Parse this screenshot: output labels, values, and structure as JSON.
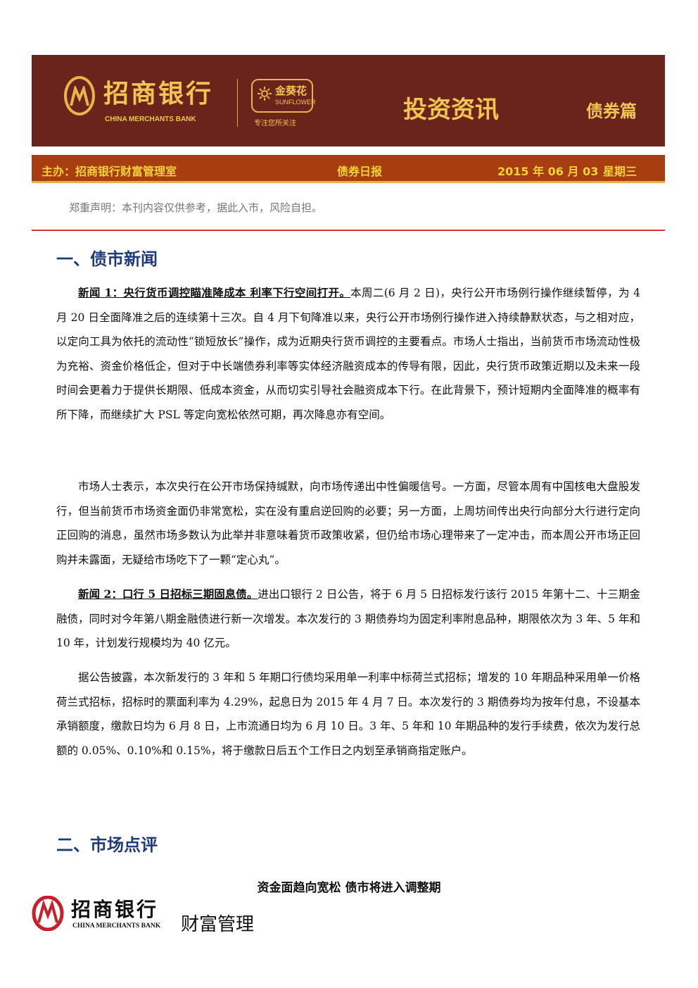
{
  "header": {
    "logo_cn": "招商银行",
    "logo_en": "CHINA MERCHANTS BANK",
    "sunflower_cn": "金葵花",
    "sunflower_en": "SUNFLOWER",
    "sunflower_slogan": "专注您所关注",
    "title": "投资资讯",
    "subtitle": "债券篇"
  },
  "info_bar": {
    "host": "主办：招商银行财富管理室",
    "report": "债券日报",
    "date": "2015 年 06 月 03",
    "weekday": "星期三"
  },
  "disclaimer": "郑重声明：本刊内容仅供参考，据此入市，风险自担。",
  "sections": [
    {
      "title": "一、债市新闻",
      "paragraphs": [
        {
          "lead": "新闻 1：央行货币调控瞄准降成本 利率下行空间打开。",
          "text": "本周二(6 月 2 日)，央行公开市场例行操作继续暂停，为 4 月 20 日全面降准之后的连续第十三次。自 4 月下旬降准以来，央行公开市场例行操作进入持续静默状态，与之相对应，以定向工具为依托的流动性“锁短放长”操作，成为近期央行货币调控的主要看点。市场人士指出，当前货币市场流动性极为充裕、资金价格低企，但对于中长端债券利率等实体经济融资成本的传导有限，因此，央行货币政策近期以及未来一段时间会更着力于提供长期限、低成本资金，从而切实引导社会融资成本下行。在此背景下，预计短期内全面降准的概率有所下降，而继续扩大 PSL 等定向宽松依然可期，再次降息亦有空间。"
        },
        {
          "lead": "",
          "text": "市场人士表示，本次央行在公开市场保持缄默，向市场传递出中性偏暖信号。一方面，尽管本周有中国核电大盘股发行，但当前货币市场资金面仍非常宽松，实在没有重启逆回购的必要；另一方面，上周坊间传出央行向部分大行进行定向正回购的消息，虽然市场多数认为此举并非意味着货币政策收紧，但仍给市场心理带来了一定冲击，而本周公开市场正回购并未露面，无疑给市场吃下了一颗“定心丸”。"
        },
        {
          "lead": "新闻 2：口行 5 日招标三期固息债。",
          "text": "进出口银行 2 日公告，将于 6 月 5 日招标发行该行 2015 年第十二、十三期金融债，同时对今年第八期金融债进行新一次增发。本次发行的 3 期债券均为固定利率附息品种，期限依次为 3 年、5 年和 10 年，计划发行规模均为 40 亿元。"
        },
        {
          "lead": "",
          "text": "据公告披露，本次新发行的 3 年和 5 年期口行债均采用单一利率中标荷兰式招标；增发的 10 年期品种采用单一价格荷兰式招标，招标时的票面利率为 4.29%，起息日为 2015 年 4 月 7 日。本次发行的 3 期债券均为按年付息，不设基本承销额度，缴款日均为 6 月 8 日，上市流通日均为 6 月 10 日。3 年、5 年和 10 年期品种的发行手续费，依次为发行总额的 0.05%、0.10%和 0.15%，将于缴款日后五个工作日之内划至承销商指定账户。"
        }
      ]
    },
    {
      "title": "二、市场点评",
      "heading": "资金面趋向宽松 债市将进入调整期"
    }
  ],
  "footer": {
    "logo_cn": "招商银行",
    "logo_en": "CHINA MERCHANTS BANK",
    "logo_sub": "财富管理"
  },
  "colors": {
    "banner_bg": "#6b241b",
    "gold": "#f1c552",
    "info_bar_bg": "#a83d12",
    "info_bar_text": "#f4d23a",
    "section_title": "#1f3b7a",
    "rule": "#d9333a"
  }
}
